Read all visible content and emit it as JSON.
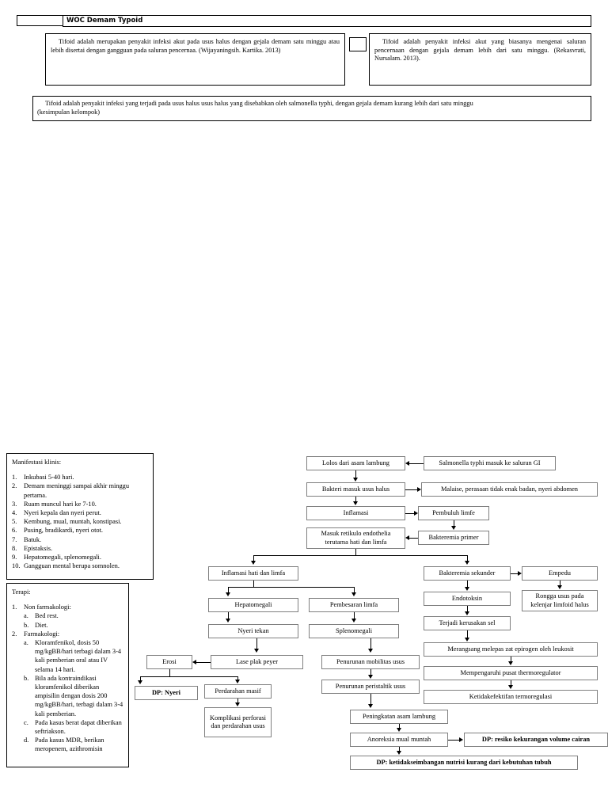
{
  "header": {
    "title": "WOC Demam Typoid",
    "definition_left": "Tifoid adalah merupakan penyakit infeksi akut pada usus halus  dengan gejala demam  satu minggu atau lebih disertai dengan gangguan pada saluran pencernaa. (Wijayaningsih. Kartika. 2013)",
    "definition_right": "Tifoid adalah penyakit infeksi akut yang biasanya mengenai saluran pencernaan dengan gejala demam lebih dari satu minggu. (Rekasvrati, Nursalam. 2013).",
    "definition_bottom_line1": "Tifoid adalah penyakit infeksi yang terjadi pada usus halus  usus halus yang disebabkan oleh salmonella typhi,  dengan gejala demam kurang lebih dari satu minggu",
    "definition_bottom_line2": "(kesimpulan kelompok)"
  },
  "manifestasi": {
    "title": "Manifestasi klinis:",
    "items": [
      {
        "num": "1.",
        "text": "Inkubasi 5-40 hari."
      },
      {
        "num": "2.",
        "text": "Demam meninggi sampai akhir minggu pertama."
      },
      {
        "num": "3.",
        "text": "Ruam muncul hari ke 7-10."
      },
      {
        "num": "4.",
        "text": "Nyeri kepala dan nyeri perut."
      },
      {
        "num": "5.",
        "text": "Kembung, mual, muntah, konstipasi."
      },
      {
        "num": "6.",
        "text": "Pusing, bradikardi, nyeri otot."
      },
      {
        "num": "7.",
        "text": "Batuk."
      },
      {
        "num": "8.",
        "text": "Epistaksis."
      },
      {
        "num": "9.",
        "text": "Hepatomegali, splenomegali."
      },
      {
        "num": "10.",
        "text": "Gangguan mental berupa somnolen."
      }
    ]
  },
  "terapi": {
    "title": "Terapi:",
    "groups": [
      {
        "num": "1.",
        "text": "Non farmakologi:",
        "sub": [
          {
            "mk": "a.",
            "text": "Bed rest."
          },
          {
            "mk": "b.",
            "text": "Diet."
          }
        ]
      },
      {
        "num": "2.",
        "text": "Farmakologi:",
        "sub": [
          {
            "mk": "a.",
            "text": "Kloramfenikol, dosis 50 mg/kgBB/hari terbagi dalam 3-4 kali pemberian oral atau IV selama 14 hari."
          },
          {
            "mk": "b.",
            "text": "Bila ada kontraindikasi kloramfenikol diberikan ampisilin dengan dosis 200 mg/kgBB/hari, terbagi dalam 3-4 kali pemberian."
          },
          {
            "mk": "c.",
            "text": "Pada kasus berat dapat diberikan seftriakson."
          },
          {
            "mk": "d.",
            "text": "Pada kasus MDR, berikan meropenem, azithromisin"
          }
        ]
      }
    ]
  },
  "flow": {
    "nodes": {
      "salmonella_masuk": "Salmonella typhi masuk ke saluran GI",
      "lolos_asam": "Lolos dari asam lambung",
      "bakteri_usus": "Bakteri masuk usus halus",
      "malaise": "Malaise, perasaan tidak enak badan, nyeri abdomen",
      "inflamasi": "Inflamasi",
      "pembuluh_limfe": "Pembuluh limfe",
      "masuk_retikulo": "Masuk retikulo endothelia terutama hati dan limfa",
      "bakteremia_primer": "Bakteremia primer",
      "inflamasi_hati": "Inflamasi hati dan limfa",
      "bakteremia_sekunder": "Bakteremia sekunder",
      "empedu": "Empedu",
      "hepatomegali": "Hepatomegali",
      "pembesaran_limfa": "Pembesaran limfa",
      "endotoksin": "Endotoksin",
      "rongga_usus": "Rongga usus pada kelenjar limfoid halus",
      "nyeri_tekan": "Nyeri tekan",
      "splenomegali": "Splenomegali",
      "kerusakan_sel": "Terjadi kerusakan sel",
      "merangsang_epirogen": "Merangsang melepas zat epirogen oleh leukosit",
      "erosi": "Erosi",
      "lase_plak": "Lase plak peyer",
      "penurunan_mobilitas": "Penurunan mobilitas usus",
      "mempengaruhi_thermo": "Mempengaruhi pusat thermoregulator",
      "dp_nyeri": "DP: Nyeri",
      "perdarahan_masif": "Perdarahan masif",
      "penurunan_peristaltik": "Penurunan peristaltik usus",
      "ketidakefektifan_termo": "Ketidakefektifan termoregulasi",
      "komplikasi": "Komplikasi perforasi dan perdarahan usus",
      "peningkatan_asam": "Peningkatan asam lambung",
      "anoreksia": "Anoreksia mual muntah",
      "dp_resiko": "DP: resiko kekurangan volume cairan",
      "dp_ketidakseimbangan": "DP: ketidakseimbangan nutrisi kurang dari kebutuhan tubuh"
    }
  },
  "colors": {
    "node_border": "#7f7f7f",
    "line": "#000000",
    "background": "#ffffff"
  }
}
